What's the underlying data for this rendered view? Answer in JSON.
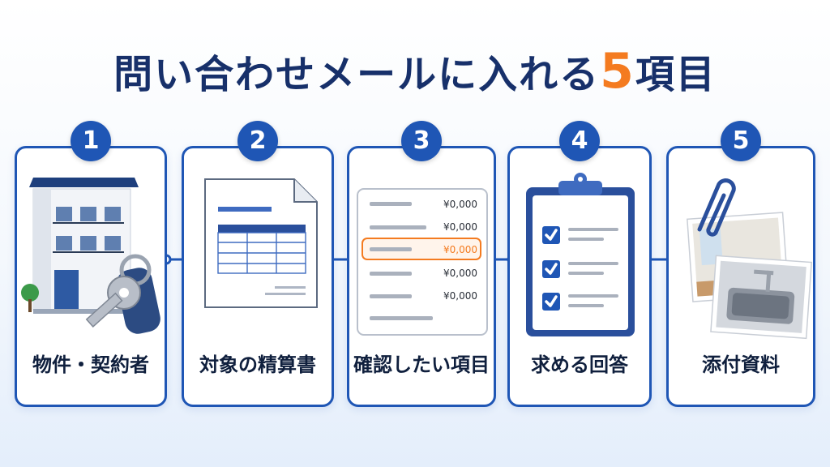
{
  "title": {
    "before": "問い合わせメールに入れる",
    "number": "5",
    "after": "項目"
  },
  "steps": [
    {
      "number": "1",
      "label": "物件・契約者"
    },
    {
      "number": "2",
      "label": "対象の精算書"
    },
    {
      "number": "3",
      "label": "確認したい項目"
    },
    {
      "number": "4",
      "label": "求める回答"
    },
    {
      "number": "5",
      "label": "添付資料"
    }
  ],
  "statement_amounts": [
    "¥0,000",
    "¥0,000",
    "¥0,000",
    "¥0,000",
    "¥0,000"
  ],
  "colors": {
    "primary": "#1f56b5",
    "navy": "#17306a",
    "accent": "#f47b20"
  },
  "icons": [
    "building-icon",
    "keys-icon",
    "document-icon",
    "statement-icon",
    "clipboard-checklist-icon",
    "paperclip-icon",
    "photos-icon",
    "connector-icon"
  ]
}
